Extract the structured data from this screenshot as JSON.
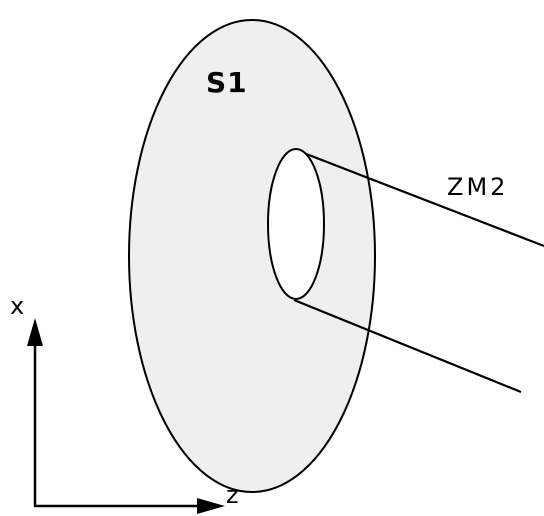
{
  "labels": {
    "disk": "S1",
    "beam": "ZM2",
    "axis_x": "x",
    "axis_z": "z"
  },
  "colors": {
    "disk_fill": "#efefef",
    "stroke": "#000000",
    "hole_fill": "#ffffff"
  }
}
